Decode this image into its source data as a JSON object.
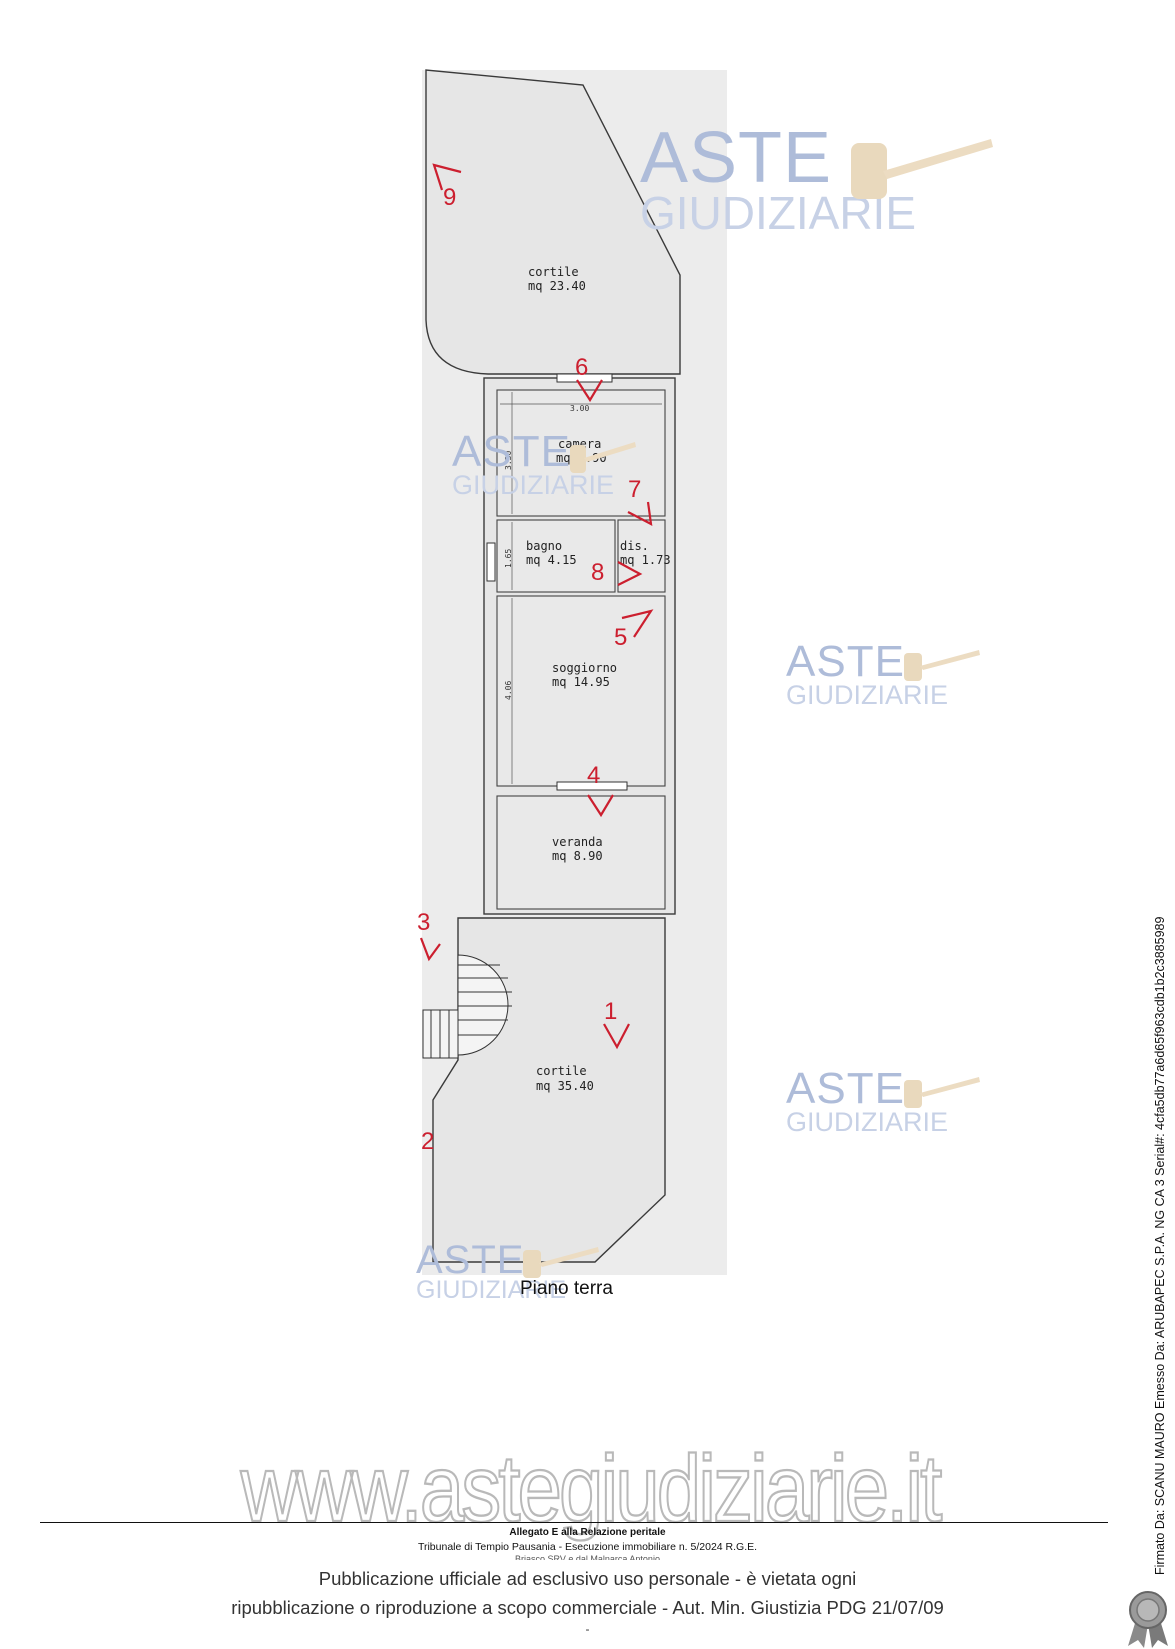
{
  "rooms": {
    "cortile_top": {
      "name": "cortile",
      "area": "mq  23.40"
    },
    "camera": {
      "name": "camera",
      "area": "mq  9.90"
    },
    "bagno": {
      "name": "bagno",
      "area": "mq  4.15"
    },
    "disimpegno": {
      "name": "dis.",
      "area": "mq  1.73"
    },
    "soggiorno": {
      "name": "soggiorno",
      "area": "mq  14.95"
    },
    "veranda": {
      "name": "veranda",
      "area": "mq  8.90"
    },
    "cortile_bottom": {
      "name": "cortile",
      "area": "mq  35.40"
    }
  },
  "dimensions": {
    "camera_width": "3.00",
    "camera_depth": "3.30",
    "bagno_depth": "1.65",
    "soggiorno_depth": "4.06"
  },
  "photo_markers": [
    "1",
    "2",
    "3",
    "4",
    "5",
    "6",
    "7",
    "8",
    "9"
  ],
  "caption": "Piano terra",
  "watermark": {
    "brand_top": "ASTE",
    "brand_bottom": "GIUDIZIARIE",
    "site": "www.astegiudiziarie.it",
    "color": "#aebcd9"
  },
  "footer": {
    "allegato": "Allegato E alla Relazione peritale",
    "tribunale": "Tribunale di Tempio Pausania - Esecuzione immobiliare n. 5/2024 R.G.E.",
    "clipped_line": "Briasco SRV e dal Malnarca Antonio",
    "publication_line1": "Pubblicazione ufficiale ad esclusivo uso personale - è vietata ogni",
    "publication_line2": "ripubblicazione o riproduzione a scopo commerciale - Aut. Min. Giustizia PDG 21/07/09",
    "dash": "-"
  },
  "signature_text": "Firmato Da: SCANU MAURO Emesso Da: ARUBAPEC S.P.A. NG CA 3 Serial#: 4cfa5db77a6d65f963cdb1b2c3885989",
  "seal_icon": "ribbon-seal-icon",
  "accent_marker_color": "#cc1f2f"
}
